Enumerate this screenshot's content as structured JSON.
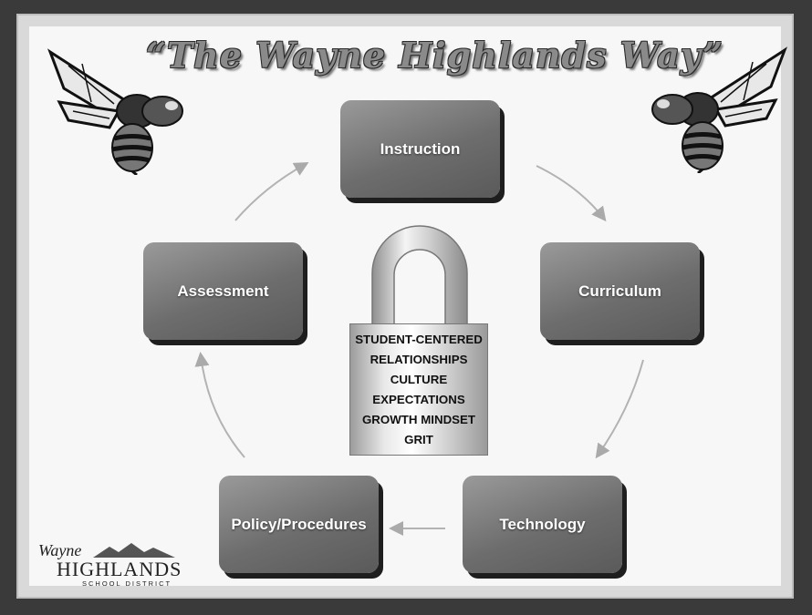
{
  "title": "“The Wayne Highlands Way”",
  "cycle_nodes": {
    "instruction": "Instruction",
    "curriculum": "Curriculum",
    "technology": "Technology",
    "policy_procedures": "Policy/Procedures",
    "assessment": "Assessment"
  },
  "lock_lines": [
    "STUDENT-CENTERED",
    "RELATIONSHIPS",
    "CULTURE",
    "EXPECTATIONS",
    "GROWTH MINDSET",
    "GRIT"
  ],
  "logo": {
    "wayne": "Wayne",
    "highlands": "HIGHLANDS",
    "district": "SCHOOL DISTRICT"
  },
  "colors": {
    "node_fill": "#6d6d6d",
    "background": "#f7f7f7",
    "frame": "#3a3a3a"
  },
  "icons": [
    "hornet-mascot-left",
    "hornet-mascot-right",
    "padlock",
    "mountain-logo"
  ]
}
